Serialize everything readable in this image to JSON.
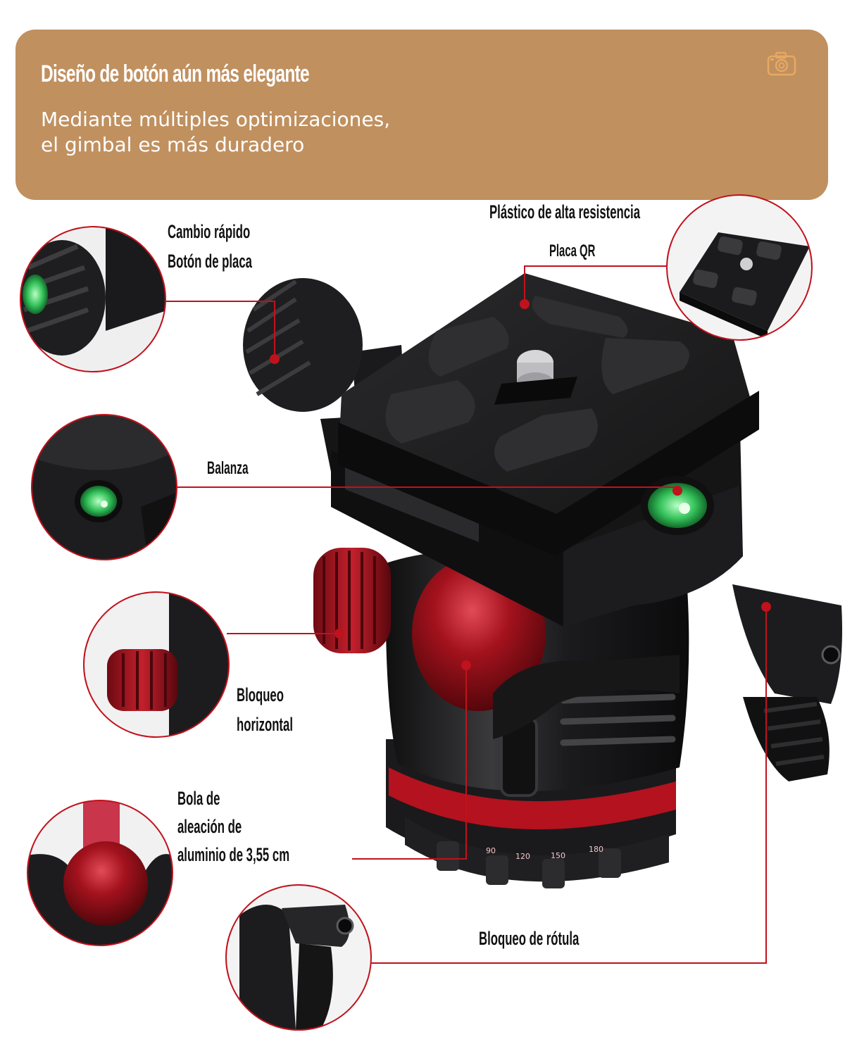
{
  "banner": {
    "title": "Diseño de botón aún más elegante",
    "subtitle_line1": "Mediante múltiples optimizaciones,",
    "subtitle_line2": "el gimbal es más duradero",
    "background_color": "#c0905f",
    "icon": "camera-icon"
  },
  "callouts": {
    "plate_button": {
      "line1": "Cambio rápido",
      "line2": "Botón de placa"
    },
    "plastic": "Plástico de alta resistencia",
    "qr_plate": "Placa QR",
    "level": "Balanza",
    "horizontal_lock": {
      "line1": "Bloqueo",
      "line2": "horizontal"
    },
    "ball": {
      "line1": "Bola de",
      "line2": "aleación de",
      "line3": "aluminio de 3,55 cm"
    },
    "head_lock": "Bloqueo de rótula"
  },
  "colors": {
    "accent": "#c0121c",
    "body": "#1c1c1e",
    "ball": "#a3121d",
    "level_green": "#34c15a"
  }
}
